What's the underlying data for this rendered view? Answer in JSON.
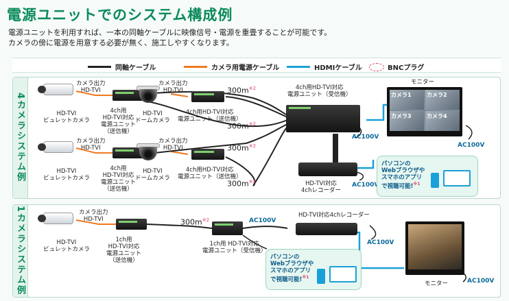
{
  "title": "電源ユニットでのシステム構成例",
  "description": {
    "line1": "電源ユニットを利用すれば、一本の同軸ケーブルに映像信号・電源を重畳することが可能です。",
    "line2": "カメラの傍に電源を用意する必要が無く、施工しやすくなります。"
  },
  "legend": {
    "coax": "同軸ケーブル",
    "camera_power": "カメラ用電源ケーブル",
    "hdmi": "HDMIケーブル",
    "bnc": "BNCプラグ"
  },
  "colors": {
    "coax": "#222222",
    "camera_power": "#f07820",
    "hdmi": "#1aa0d8",
    "bnc": "#e04a6a",
    "accent": "#0a8a5a"
  },
  "section4": {
    "side": "4カメラシステム例",
    "cam_output": "カメラ出力\nHD-TVI",
    "bullet_cam": "HD-TVI\nビュレットカメラ",
    "dome_cam": "HD-TVI\nドームカメラ",
    "psu_4ch_tx": "4ch用\nHD-TVI対応\n電源ユニット\n（送信機）",
    "psu_4ch_tx_inline": "4ch用HD-TVI対応\n電源ユニット（送信機）",
    "psu_4ch_rx": "4ch用HD-TVI対応\n電源ユニット（受信機）",
    "distance": "300m",
    "distance_note": "※2",
    "recorder": "HD-TVI対応\n4chレコーダー",
    "monitor": "モニター",
    "ac": "AC100V",
    "cam_labels": [
      "カメラ1",
      "カメラ2",
      "カメラ3",
      "カメラ4"
    ],
    "bubble": "パソコンの\nWebブラウザや\nスマホのアプリ\nで視聴可能!",
    "bubble_note": "※1"
  },
  "section1": {
    "side": "1カメラシステム例",
    "cam_output": "カメラ出力\nHD-TVI",
    "bullet_cam": "HD-TVI\nビュレットカメラ",
    "psu_1ch_tx": "1ch用\nHD-TVI対応\n電源ユニット\n（送信機）",
    "psu_1ch_rx": "1ch用 HD-TVI対応\n電源ユニット（受信機）",
    "distance": "300m",
    "distance_note": "※2",
    "recorder": "HD-TVI対応4chレコーダー",
    "monitor": "モニター",
    "ac": "AC100V",
    "bubble": "パソコンの\nWebブラウザや\nスマホのアプリ\nで視聴可能!",
    "bubble_note": "※1"
  }
}
